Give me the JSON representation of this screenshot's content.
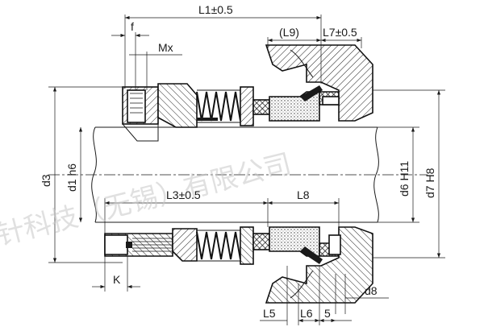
{
  "dimensions": {
    "L1": "L1±0.5",
    "L9": "(L9)",
    "L7": "L7±0.5",
    "f": "f",
    "Mx": "Mx",
    "d3": "d3",
    "d1": "d1 h6",
    "L3": "L3±0.5",
    "L8": "L8",
    "d6": "d6 H11",
    "d7": "d7 H8",
    "K": "K",
    "d8": "d8",
    "L5": "L5",
    "L6": "L6",
    "five": "5"
  },
  "watermark": "针科技（无锡）有限公司"
}
